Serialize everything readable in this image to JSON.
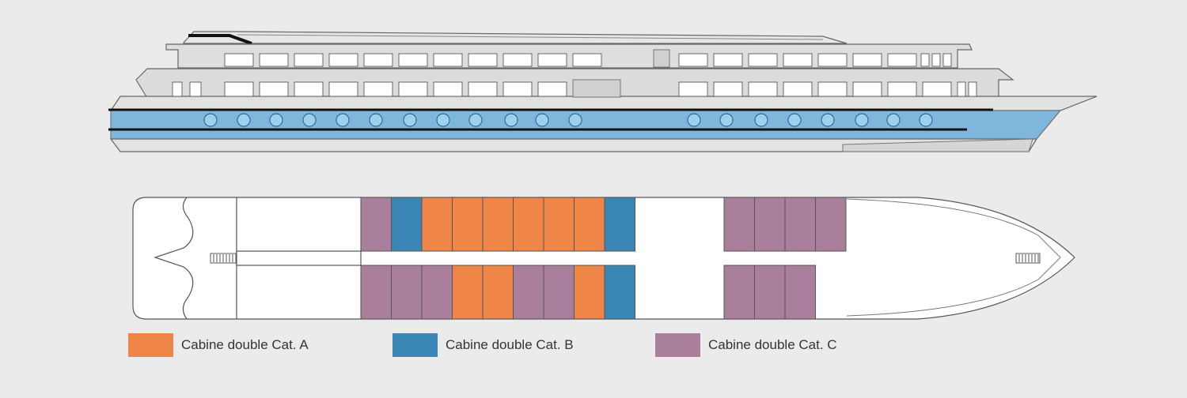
{
  "colors": {
    "background": "#ebebeb",
    "cat_a": "#ef8546",
    "cat_b": "#3a86b5",
    "cat_c": "#aa7f9b",
    "hull_blue": "#7fb6dc",
    "superstructure": "#d8d8d8",
    "outline": "#555555"
  },
  "legend": [
    {
      "key": "cat_a",
      "label": "Cabine double Cat. A"
    },
    {
      "key": "cat_b",
      "label": "Cabine double Cat. B"
    },
    {
      "key": "cat_c",
      "label": "Cabine double Cat. C"
    }
  ],
  "deck_plan": {
    "top_row": [
      "C",
      "B",
      "A",
      "A",
      "A",
      "A",
      "A",
      "A",
      "B",
      "gap",
      "C",
      "C",
      "C",
      "C"
    ],
    "bottom_row": [
      "C",
      "C",
      "C",
      "A",
      "A",
      "C",
      "C",
      "A",
      "B",
      "gap",
      "C",
      "C",
      "C"
    ]
  }
}
